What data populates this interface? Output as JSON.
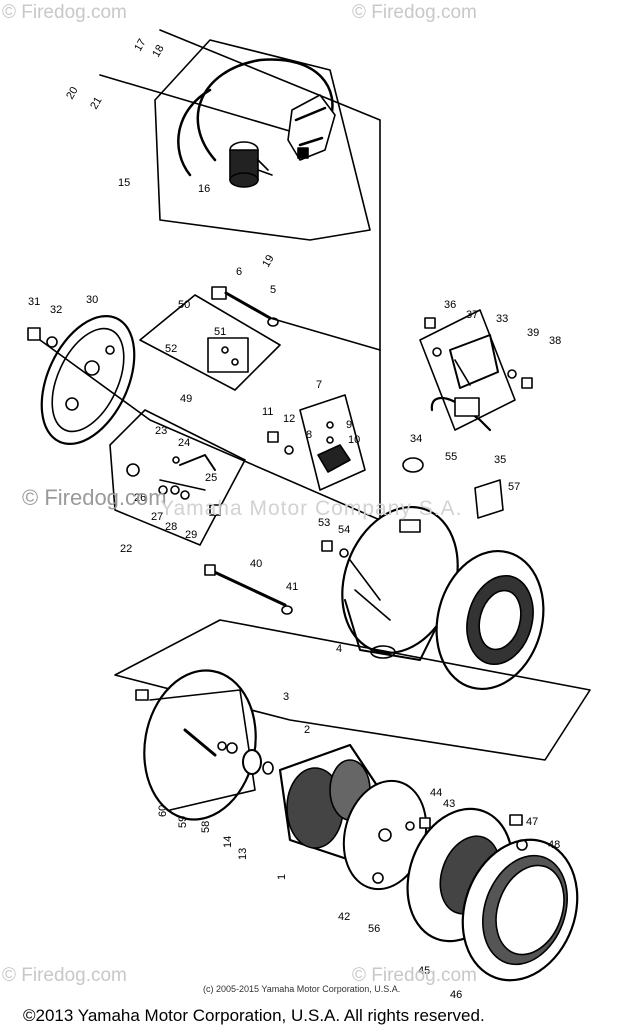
{
  "watermarks": {
    "corner": "© Firedog.com",
    "middle": "© Firedog.com",
    "overlay": "Yamaha Motor Company S.A."
  },
  "diagram": {
    "labels": [
      "17",
      "18",
      "20",
      "21",
      "15",
      "16",
      "19",
      "6",
      "5",
      "31",
      "32",
      "30",
      "50",
      "51",
      "52",
      "49",
      "36",
      "37",
      "33",
      "39",
      "38",
      "7",
      "11",
      "12",
      "9",
      "10",
      "8",
      "34",
      "35",
      "55",
      "23",
      "24",
      "25",
      "26",
      "27",
      "28",
      "29",
      "22",
      "57",
      "53",
      "54",
      "40",
      "41",
      "4",
      "3",
      "2",
      "60",
      "59",
      "58",
      "14",
      "13",
      "1",
      "44",
      "43",
      "47",
      "48",
      "42",
      "56",
      "45",
      "46"
    ]
  },
  "inner_copyright": "(c) 2005-2015 Yamaha Motor Corporation, U.S.A.",
  "footer": "©2013 Yamaha Motor Corporation, U.S.A. All rights reserved."
}
